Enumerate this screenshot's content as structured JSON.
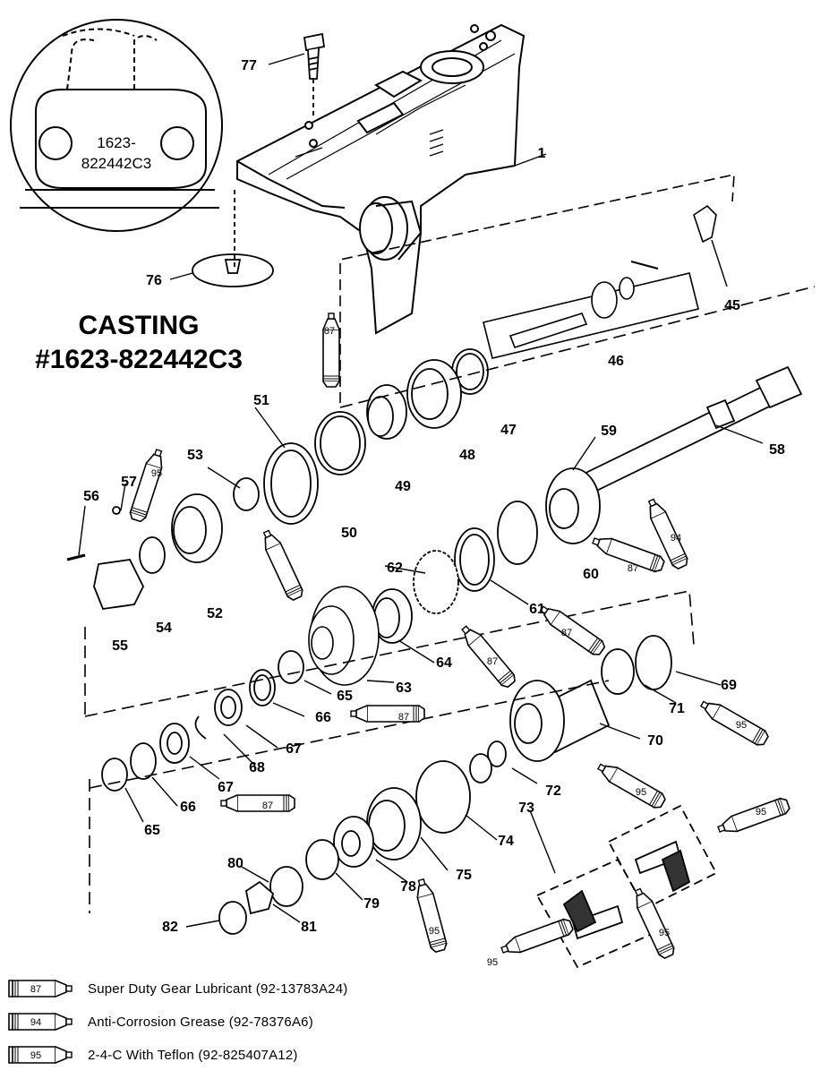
{
  "casting": {
    "title_line1": "CASTING",
    "title_line2": "#1623-822442C3",
    "inset_label_line1": "1623-",
    "inset_label_line2": "822442C3"
  },
  "callouts": [
    "77",
    "1",
    "76",
    "45",
    "46",
    "87",
    "47",
    "48",
    "49",
    "50",
    "51",
    "53",
    "57",
    "95",
    "56",
    "52",
    "54",
    "55",
    "59",
    "58",
    "94",
    "87",
    "60",
    "62",
    "61",
    "64",
    "87",
    "63",
    "65",
    "87",
    "69",
    "71",
    "95",
    "66",
    "87",
    "67",
    "68",
    "67",
    "70",
    "72",
    "95",
    "66",
    "87",
    "65",
    "74",
    "73",
    "95",
    "75",
    "78",
    "80",
    "79",
    "81",
    "82",
    "95",
    "95",
    "95"
  ],
  "legend": [
    {
      "code": "87",
      "text": "Super Duty Gear Lubricant (92-13783A24)"
    },
    {
      "code": "94",
      "text": "Anti-Corrosion Grease (92-78376A6)"
    },
    {
      "code": "95",
      "text": "2-4-C  With Teflon (92-825407A12)"
    }
  ]
}
